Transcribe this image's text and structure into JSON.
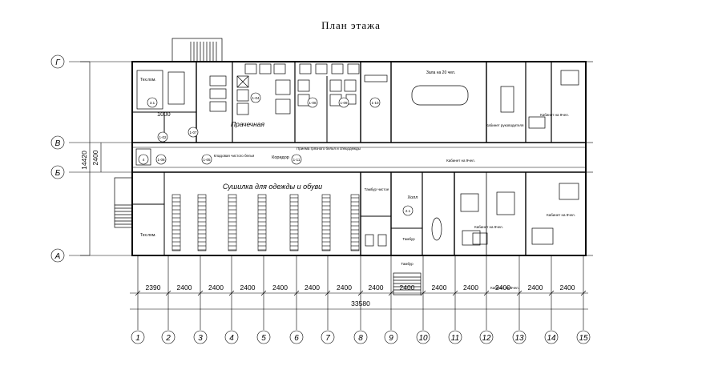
{
  "title": "План  этажа",
  "rows": [
    {
      "label": "Г"
    },
    {
      "label": "В"
    },
    {
      "label": "Б"
    },
    {
      "label": "А"
    }
  ],
  "columns": [
    "1",
    "2",
    "3",
    "4",
    "5",
    "6",
    "7",
    "8",
    "9",
    "10",
    "11",
    "12",
    "13",
    "14",
    "15"
  ],
  "dims": {
    "bottom": [
      "2390",
      "2400",
      "2400",
      "2400",
      "2400",
      "2400",
      "2400",
      "2400",
      "2400",
      "2400",
      "2400",
      "2400",
      "2400",
      "2400"
    ],
    "total": "33580",
    "left_total": "14420",
    "left_mid": "2400"
  },
  "rooms": {
    "laundry": "Прачечная",
    "dryer": "Сушилка для одежды и обуви",
    "corridor": "Коридор",
    "hall": "Холл",
    "hall20": "Зала на 20 чел.",
    "office_head": "Кабинет руководителя",
    "office9": "Кабинет на 9чел.",
    "office9b": "Кабинет на 9чел.",
    "office9c": "Кабинет на 9чел.",
    "office9d": "Кабинет на 9чел.",
    "office6": "Кабинет на 6чел.",
    "clean_linen": "Приема грязного белья и спецодежды",
    "storage": "Кладовая чистого белья",
    "tambour": "Тамбур",
    "tambour2": "Тамбур",
    "tambour_in": "Тамбур чистое",
    "tech1": "Тех.пом.",
    "tech2": "Тех.пом.",
    "mark_1000": "1000"
  },
  "room_marks": [
    "3.1",
    "1-07",
    "1-02",
    "1-08",
    "1-05",
    "1-04",
    "1-08",
    "1-09",
    "1-10",
    "1-11",
    "2.1",
    "4"
  ]
}
